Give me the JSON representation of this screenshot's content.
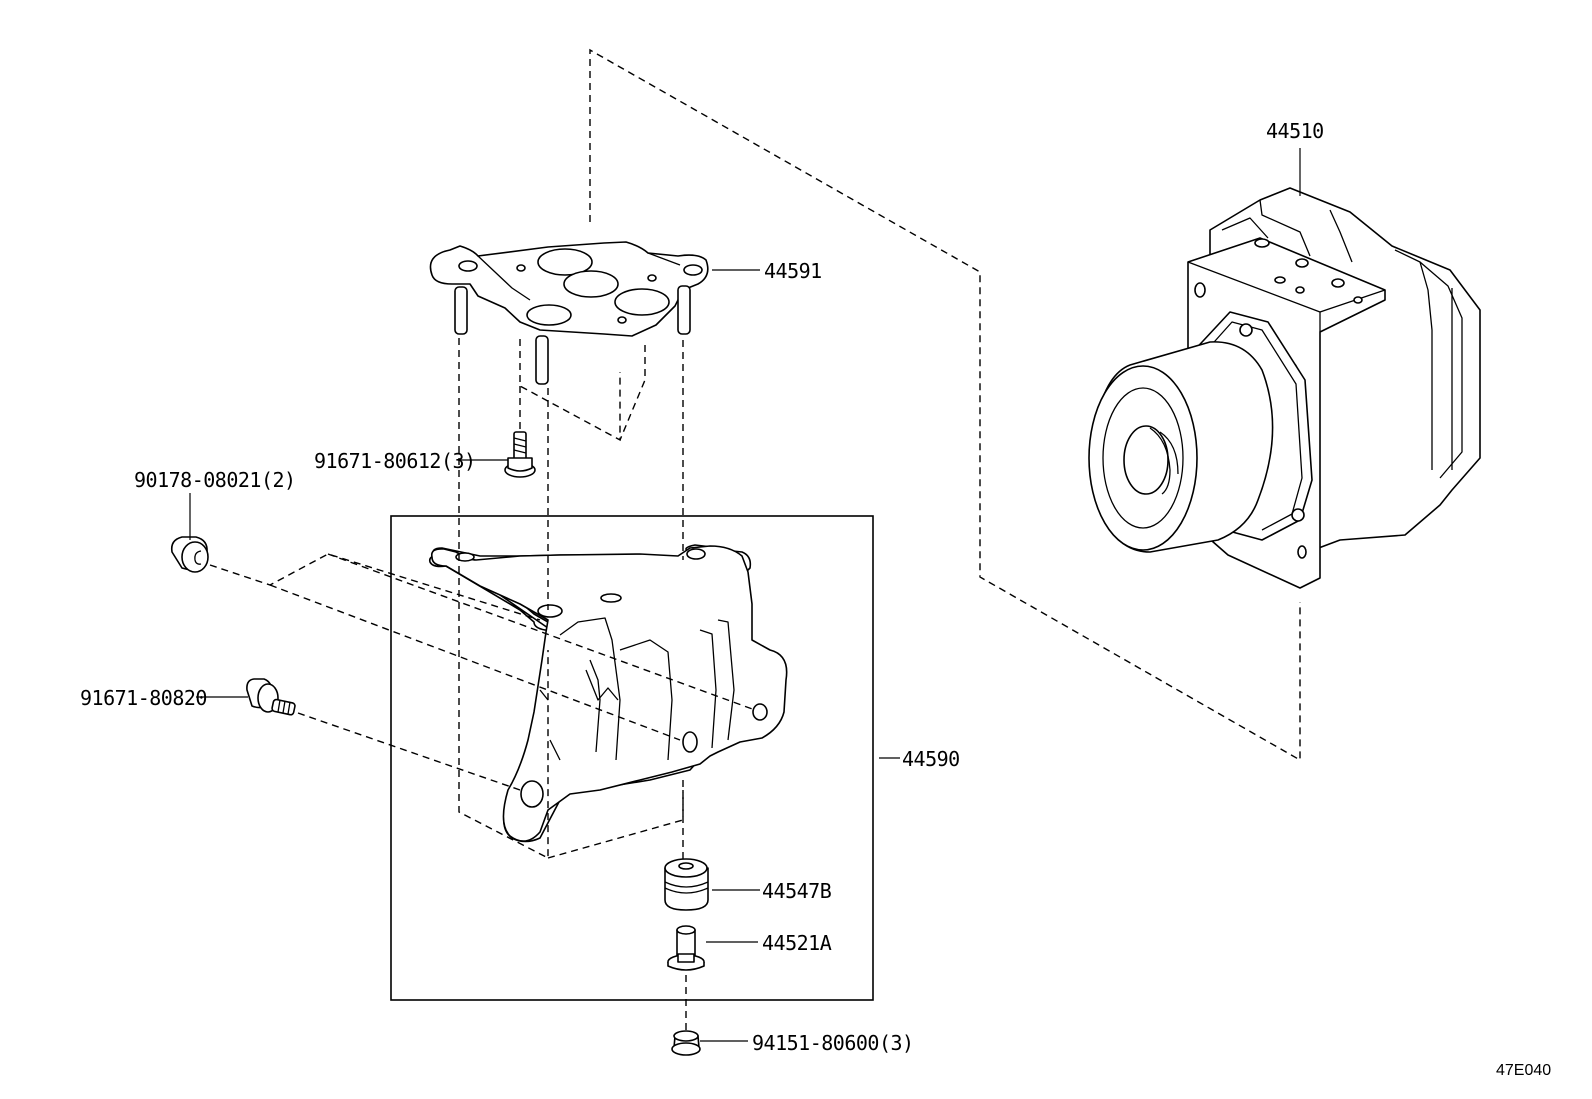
{
  "labels": {
    "p44510": "44510",
    "p44591": "44591",
    "p91671_80612": "91671-80612(3)",
    "p90178_08021": "90178-08021(2)",
    "p91671_80820": "91671-80820",
    "p44590": "44590",
    "p44547B": "44547B",
    "p44521A": "44521A",
    "p94151_80600": "94151-80600(3)"
  },
  "figure_code": "47E040"
}
